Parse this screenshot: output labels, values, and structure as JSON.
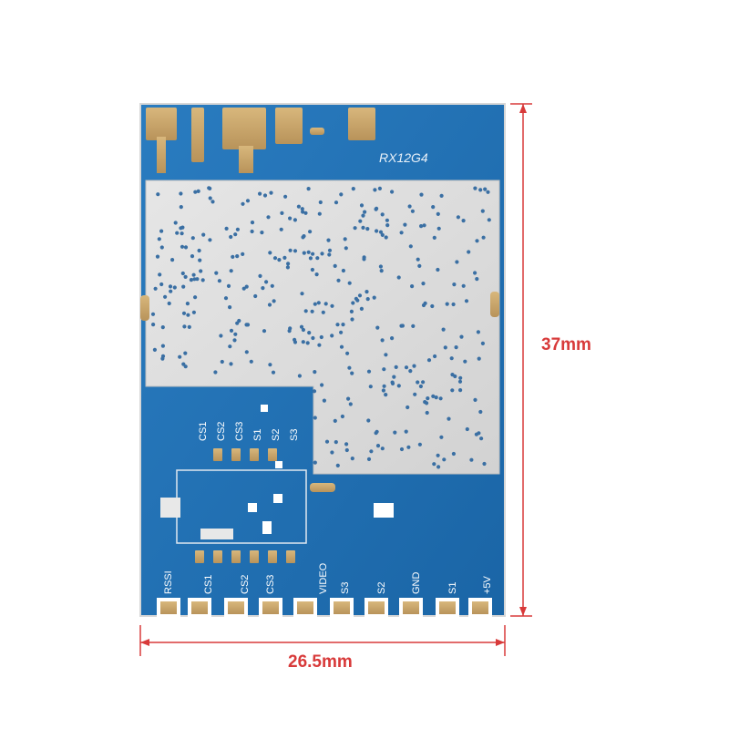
{
  "board": {
    "model": "RX12G4",
    "silk_top": [
      "CS1",
      "CS2",
      "CS3",
      "S1",
      "S2",
      "S3"
    ],
    "silk_bottom": [
      "RSSI",
      "CS1",
      "CS2",
      "CS3",
      "VIDEO",
      "S3",
      "S2",
      "GND",
      "S1",
      "+5V"
    ]
  },
  "dimensions": {
    "height": "37mm",
    "width": "26.5mm"
  },
  "colors": {
    "pcb": "#1f6fb0",
    "pcb_dark": "#17609e",
    "shield": "#dcdcdc",
    "pad": "#c9a66b",
    "silk": "#ffffff",
    "dimension": "#d83a3a"
  }
}
